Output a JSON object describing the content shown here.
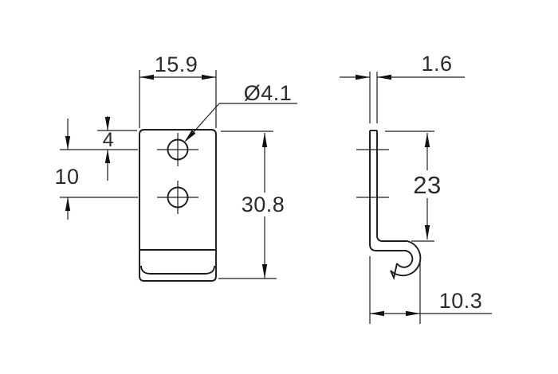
{
  "drawing": {
    "kind": "engineering-drawing",
    "part": "sheet-metal hook bracket",
    "background_color": "#ffffff",
    "line_color": "#1b1b1b",
    "text_color": "#2b2b2b",
    "front_view": {
      "dimensions": {
        "width": "15.9",
        "hole_diameter": "Ø4.1",
        "hole_offset_top": "4",
        "hole_spacing": "10",
        "height": "30.8"
      }
    },
    "side_view": {
      "dimensions": {
        "thickness": "1.6",
        "flat_height": "23",
        "hook_depth": "10.3"
      }
    }
  }
}
